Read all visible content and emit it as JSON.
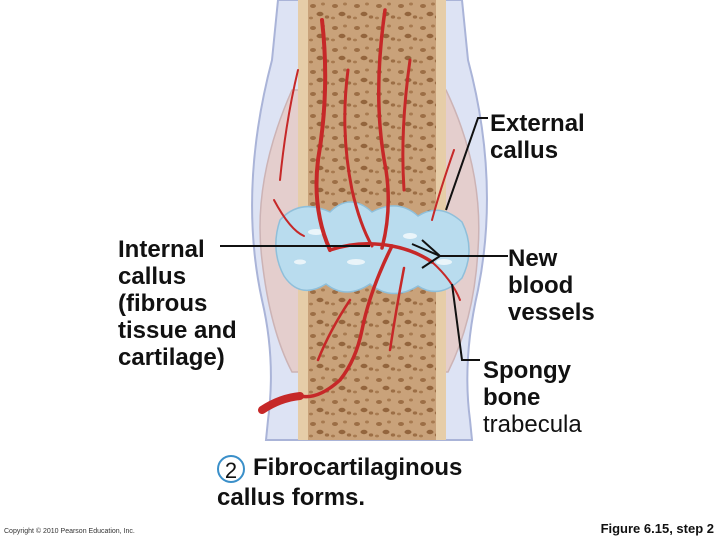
{
  "labels": {
    "external_callus": [
      "External",
      "callus"
    ],
    "internal_callus": [
      "Internal",
      "callus",
      "(fibrous",
      "tissue and",
      "cartilage)"
    ],
    "new_blood_vessels": [
      "New",
      "blood",
      "vessels"
    ],
    "spongy_bone": [
      "Spongy",
      "bone"
    ],
    "spongy_bone_sub": "trabecula"
  },
  "caption": {
    "step": "2",
    "line1": "Fibrocartilaginous",
    "line2": "callus forms."
  },
  "footer": {
    "copyright": "Copyright © 2010 Pearson Education, Inc.",
    "figure": "Figure 6.15, step 2"
  },
  "colors": {
    "periosteum": "#dde3f4",
    "bone": "#c9a27a",
    "bone_pores": "#9c6e45",
    "callus": "#b9dcee",
    "vessel": "#c62828",
    "leader": "#111111",
    "step_ring": "#3a8fc9"
  }
}
